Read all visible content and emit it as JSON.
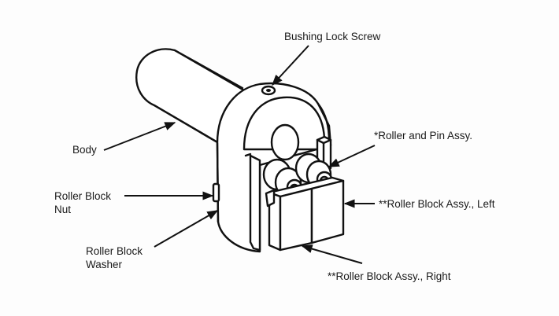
{
  "diagram": {
    "subject": "Roller guide assembly (exploded callout view)",
    "labels": {
      "bushing_lock_screw": "Bushing Lock Screw",
      "roller_and_pin_assy": "*Roller and Pin Assy.",
      "body": "Body",
      "roller_block_nut_line1": "Roller Block",
      "roller_block_nut_line2": "Nut",
      "roller_block_washer_line1": "Roller Block",
      "roller_block_washer_line2": "Washer",
      "roller_block_assy_left": "**Roller Block Assy., Left",
      "roller_block_assy_right": "**Roller Block Assy., Right"
    },
    "colors": {
      "ink": "#111111",
      "paper": "#fdfdfd"
    }
  }
}
